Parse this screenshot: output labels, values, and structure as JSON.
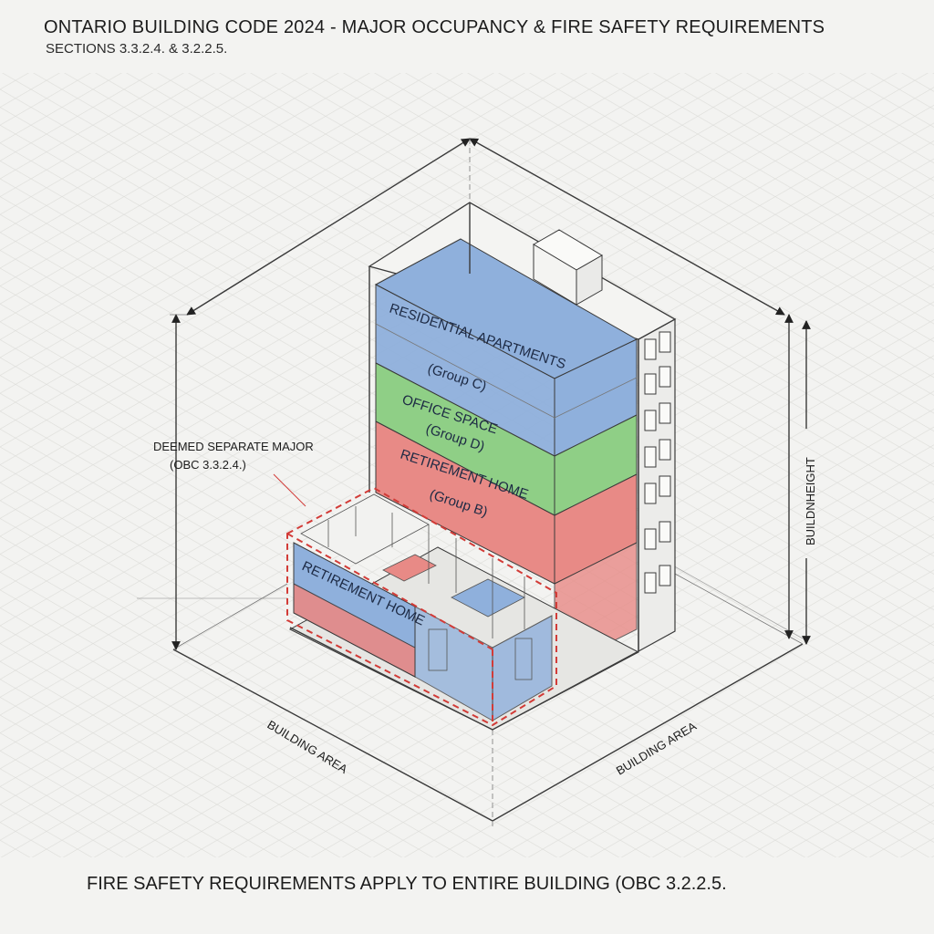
{
  "header": {
    "title": "ONTARIO BUILDING CODE 2024 - MAJOR OCCUPANCY & FIRE SAFETY REQUIREMENTS",
    "subtitle": "SECTIONS 3.3.2.4. & 3.2.2.5."
  },
  "zones": {
    "residential": {
      "label": "RESIDENTIAL APARTMENTS",
      "group": "(Group C)",
      "color": "#8fb0dc"
    },
    "office": {
      "label": "OFFICE SPACE",
      "group": "(Group D)",
      "color": "#8fcf86"
    },
    "retirement_upper": {
      "label": "RETIREMENT HOME",
      "group": "(Group B)",
      "color": "#e88a86"
    },
    "retirement_lower": {
      "label": "RETIREMENT HOME",
      "color": "#e88a86"
    }
  },
  "annotations": {
    "deemed_separate_line1": "DEEMED SEPARATE MAJOR",
    "deemed_separate_line2": "(OBC 3.3.2.4.)",
    "building_height": "BUILDNHEIGHT",
    "building_area_left": "BUILDING AREA",
    "building_area_right": "BUILDING AREA"
  },
  "footer": {
    "note": "FIRE SAFETY REQUIREMENTS APPLY TO ENTIRE BUILDING (OBC 3.2.2.5."
  },
  "colors": {
    "separation_dash": "#d23b37",
    "grid": "#dcdcd8",
    "outline": "#3a3a3a"
  }
}
